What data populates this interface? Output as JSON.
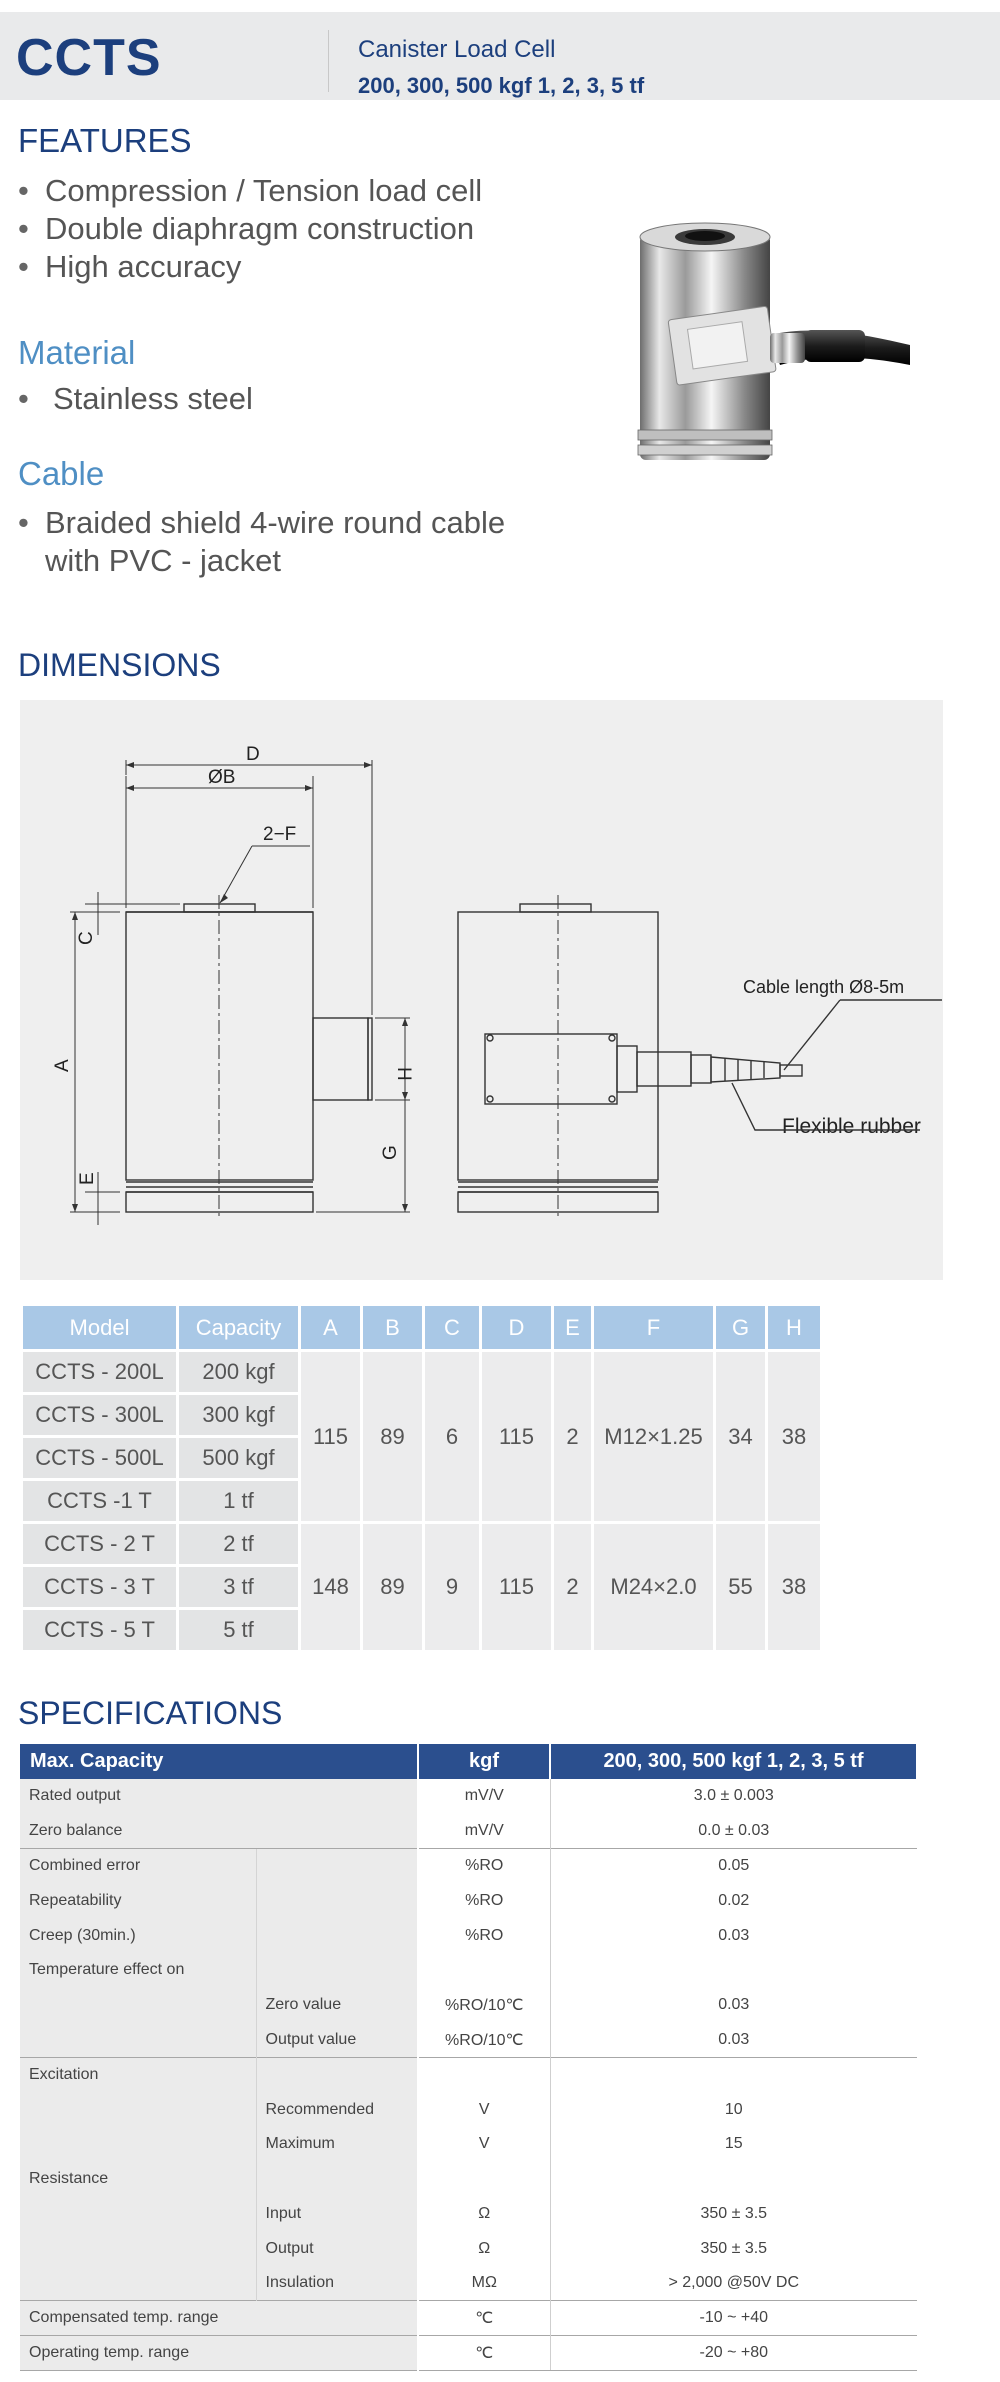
{
  "header": {
    "model": "CCTS",
    "product_type": "Canister Load Cell",
    "capacities": "200, 300, 500 kgf 1, 2, 3, 5 tf"
  },
  "features": {
    "title": "FEATURES",
    "items": [
      "Compression / Tension load cell",
      "Double diaphragm construction",
      "High accuracy"
    ]
  },
  "material": {
    "title": "Material",
    "items": [
      "Stainless steel"
    ]
  },
  "cable": {
    "title": "Cable",
    "line1": "Braided shield 4-wire round cable",
    "line2": "with PVC - jacket"
  },
  "dimensions": {
    "title": "DIMENSIONS",
    "labels": {
      "D": "D",
      "B": "ØB",
      "F": "2−F",
      "C": "C",
      "A": "A",
      "H": "H",
      "G": "G",
      "E": "E",
      "cable_length": "Cable length Ø8-5m",
      "flexible_rubber": "Flexible rubber"
    }
  },
  "model_table": {
    "headers": [
      "Model",
      "Capacity",
      "A",
      "B",
      "C",
      "D",
      "E",
      "F",
      "G",
      "H"
    ],
    "group1": {
      "models": [
        [
          "CCTS - 200L",
          "200 kgf"
        ],
        [
          "CCTS - 300L",
          "300 kgf"
        ],
        [
          "CCTS - 500L",
          "500 kgf"
        ],
        [
          "CCTS -1 T",
          "1 tf"
        ]
      ],
      "dims": [
        "115",
        "89",
        "6",
        "115",
        "2",
        "M12×1.25",
        "34",
        "38"
      ]
    },
    "group2": {
      "models": [
        [
          "CCTS - 2 T",
          "2 tf"
        ],
        [
          "CCTS - 3 T",
          "3 tf"
        ],
        [
          "CCTS - 5 T",
          "5 tf"
        ]
      ],
      "dims": [
        "148",
        "89",
        "9",
        "115",
        "2",
        "M24×2.0",
        "55",
        "38"
      ]
    }
  },
  "specifications": {
    "title": "SPECIFICATIONS",
    "headers": [
      "Max. Capacity",
      "kgf",
      "200, 300, 500 kgf 1, 2, 3, 5 tf"
    ],
    "rows": {
      "rated_output": [
        "Rated output",
        "mV/V",
        "3.0 ± 0.003"
      ],
      "zero_balance": [
        "Zero balance",
        "mV/V",
        "0.0 ± 0.03"
      ],
      "combined_error": [
        "Combined error",
        "%RO",
        "0.05"
      ],
      "repeatability": [
        "Repeatability",
        "%RO",
        "0.02"
      ],
      "creep": [
        "Creep (30min.)",
        "%RO",
        "0.03"
      ],
      "temp_effect": "Temperature effect on",
      "zero_value": [
        "Zero value",
        "%RO/10℃",
        "0.03"
      ],
      "output_value": [
        "Output  value",
        "%RO/10℃",
        "0.03"
      ],
      "excitation": "Excitation",
      "recommended": [
        "Recommended",
        "V",
        "10"
      ],
      "maximum": [
        "Maximum",
        "V",
        "15"
      ],
      "resistance": "Resistance",
      "input": [
        "Input",
        "Ω",
        "350 ± 3.5"
      ],
      "output": [
        "Output",
        "Ω",
        "350 ± 3.5"
      ],
      "insulation": [
        "Insulation",
        "MΩ",
        "> 2,000 @50V DC"
      ],
      "comp_temp": [
        "Compensated temp. range",
        "℃",
        "-10 ~ +40"
      ],
      "oper_temp": [
        "Operating temp. range",
        "℃",
        "-20 ~ +80"
      ]
    }
  }
}
